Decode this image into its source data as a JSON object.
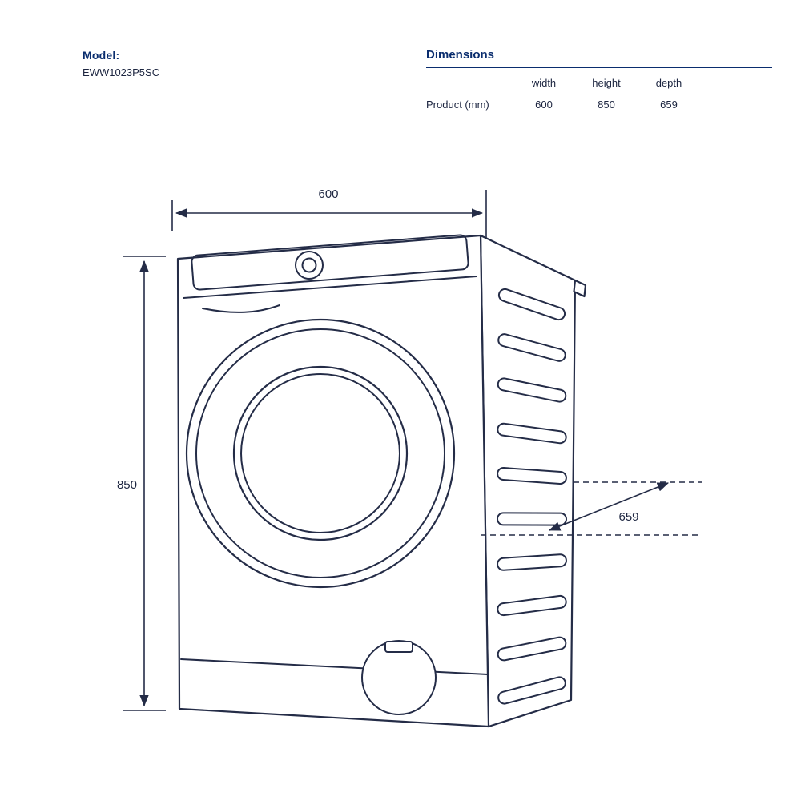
{
  "colors": {
    "background": "#ffffff",
    "heading_navy": "#0a2d6e",
    "line_ink": "#242c47",
    "body_text": "#1c2540"
  },
  "model": {
    "label": "Model:",
    "value": "EWW1023P5SC"
  },
  "dimensions_table": {
    "title": "Dimensions",
    "columns": [
      "width",
      "height",
      "depth"
    ],
    "rows": [
      {
        "label": "Product (mm)",
        "values": [
          "600",
          "850",
          "659"
        ]
      }
    ]
  },
  "annotations": {
    "width_label": "600",
    "height_label": "850",
    "depth_label": "659"
  }
}
